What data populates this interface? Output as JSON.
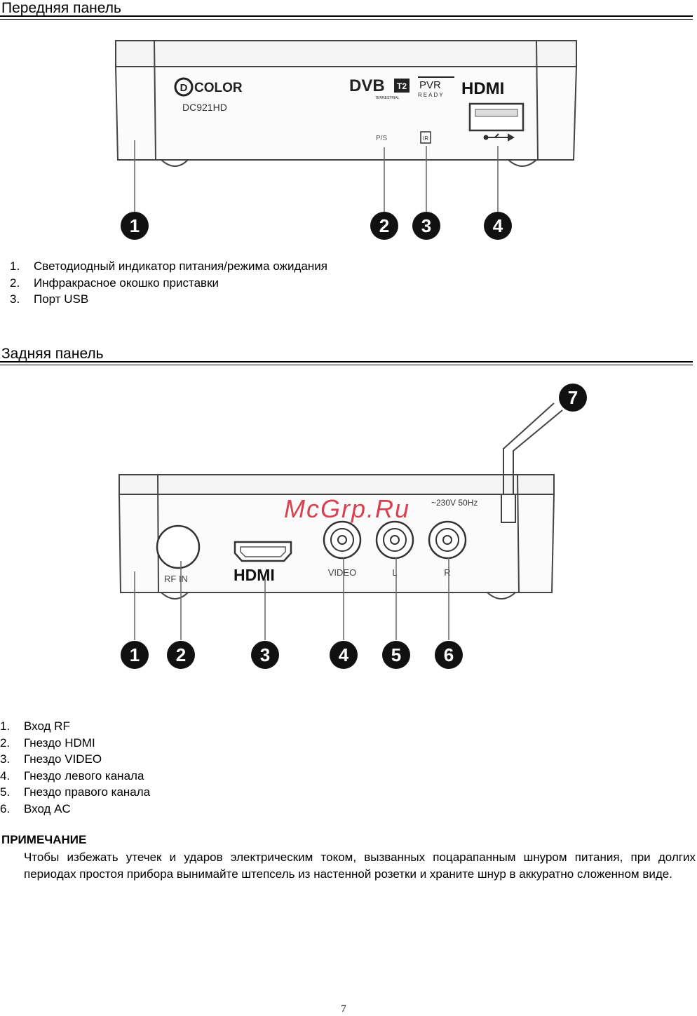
{
  "front": {
    "title": "Передняя панель",
    "items": [
      {
        "num": "1.",
        "text": "Светодиодный индикатор питания/режима ожидания"
      },
      {
        "num": "2.",
        "text": "Инфракрасное окошко приставки"
      },
      {
        "num": "3.",
        "text": "Порт USB"
      }
    ],
    "figure": {
      "brand": "COLOR",
      "brand_initial": "D",
      "model": "DC921HD",
      "dvb": "DVB",
      "t2": "T2",
      "terrestrial": "TERRESTRIAL",
      "pvr": "PVR",
      "ready": "READY",
      "hdmi": "HDMI",
      "ps_label": "P/S",
      "ir_label": "IR",
      "callouts": [
        "1",
        "2",
        "3",
        "4"
      ]
    }
  },
  "back": {
    "title": "Задняя панель",
    "items": [
      {
        "num": "1.",
        "text": "Вход RF"
      },
      {
        "num": "2.",
        "text": "Гнездо HDMI"
      },
      {
        "num": "3.",
        "text": "Гнездо VIDEO"
      },
      {
        "num": "4.",
        "text": "Гнездо левого канала"
      },
      {
        "num": "5.",
        "text": "Гнездо правого канала"
      },
      {
        "num": "6.",
        "text": "Вход AC"
      }
    ],
    "figure": {
      "rf_label": "RF IN",
      "hdmi": "HDMI",
      "video_label": "VIDEO",
      "l_label": "L",
      "r_label": "R",
      "power_label": "~230V  50Hz",
      "callouts": [
        "1",
        "2",
        "3",
        "4",
        "5",
        "6",
        "7"
      ]
    }
  },
  "watermark": "McGrp.Ru",
  "note": {
    "title": "ПРИМЕЧАНИЕ",
    "text": "Чтобы избежать утечек и ударов электрическим током, вызванных поцарапанным шнуром питания, при долгих периодах простоя прибора вынимайте штепсель из настенной розетки и храните шнур в аккуратно сложенном виде."
  },
  "page_number": "7"
}
